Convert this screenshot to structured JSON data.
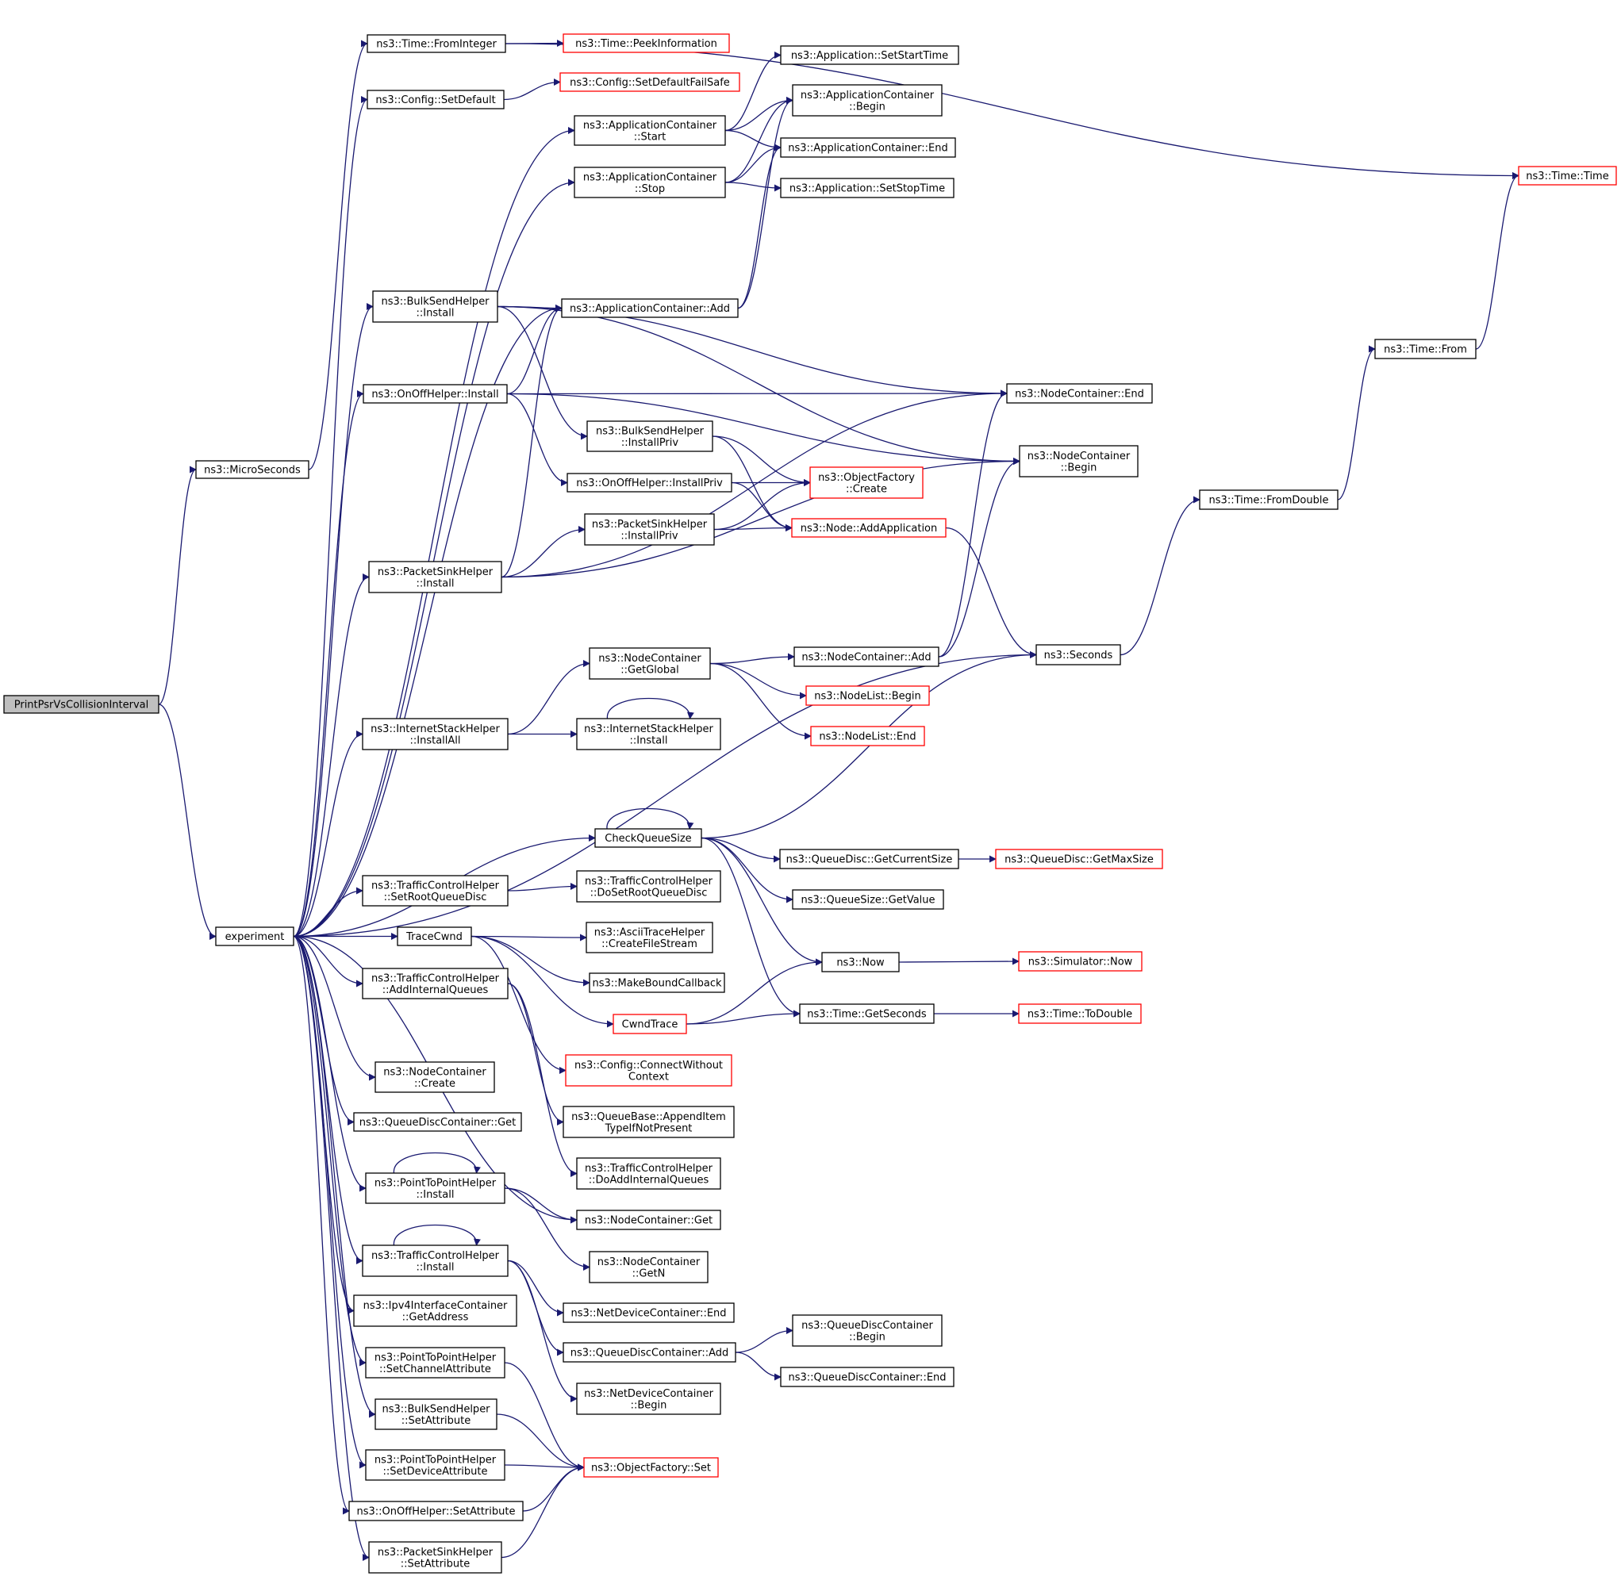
{
  "colors": {
    "edge": "#191970",
    "node_border": "#000000",
    "external_border": "#ff0000",
    "root_fill": "#bfbfbf"
  },
  "nodes": [
    {
      "id": "root",
      "lines": [
        "PrintPsrVsCollisionInterval"
      ],
      "kind": "root"
    },
    {
      "id": "microseconds",
      "lines": [
        "ns3::MicroSeconds"
      ]
    },
    {
      "id": "experiment",
      "lines": [
        "experiment"
      ]
    },
    {
      "id": "fromint",
      "lines": [
        "ns3::Time::FromInteger"
      ]
    },
    {
      "id": "peekinfo",
      "lines": [
        "ns3::Time::PeekInformation"
      ],
      "kind": "ext"
    },
    {
      "id": "timetime",
      "lines": [
        "ns3::Time::Time"
      ],
      "kind": "ext"
    },
    {
      "id": "setdefault",
      "lines": [
        "ns3::Config::SetDefault"
      ]
    },
    {
      "id": "setdefaultfs",
      "lines": [
        "ns3::Config::SetDefaultFailSafe"
      ],
      "kind": "ext"
    },
    {
      "id": "appstart",
      "lines": [
        "ns3::ApplicationContainer",
        "::Start"
      ]
    },
    {
      "id": "appstop",
      "lines": [
        "ns3::ApplicationContainer",
        "::Stop"
      ]
    },
    {
      "id": "setstarttime",
      "lines": [
        "ns3::Application::SetStartTime"
      ]
    },
    {
      "id": "appbegin",
      "lines": [
        "ns3::ApplicationContainer",
        "::Begin"
      ]
    },
    {
      "id": "append",
      "lines": [
        "ns3::ApplicationContainer::End"
      ]
    },
    {
      "id": "setstoptime",
      "lines": [
        "ns3::Application::SetStopTime"
      ]
    },
    {
      "id": "bulkinstall",
      "lines": [
        "ns3::BulkSendHelper",
        "::Install"
      ]
    },
    {
      "id": "appadd",
      "lines": [
        "ns3::ApplicationContainer::Add"
      ]
    },
    {
      "id": "onoffinstall",
      "lines": [
        "ns3::OnOffHelper::Install"
      ]
    },
    {
      "id": "ncend",
      "lines": [
        "ns3::NodeContainer::End"
      ]
    },
    {
      "id": "bulkpriv",
      "lines": [
        "ns3::BulkSendHelper",
        "::InstallPriv"
      ]
    },
    {
      "id": "ncbegin",
      "lines": [
        "ns3::NodeContainer",
        "::Begin"
      ]
    },
    {
      "id": "onoffpriv",
      "lines": [
        "ns3::OnOffHelper::InstallPriv"
      ]
    },
    {
      "id": "ofcreate",
      "lines": [
        "ns3::ObjectFactory",
        "::Create"
      ],
      "kind": "ext"
    },
    {
      "id": "sinkpriv",
      "lines": [
        "ns3::PacketSinkHelper",
        "::InstallPriv"
      ]
    },
    {
      "id": "addapp",
      "lines": [
        "ns3::Node::AddApplication"
      ],
      "kind": "ext"
    },
    {
      "id": "sinkinstall",
      "lines": [
        "ns3::PacketSinkHelper",
        "::Install"
      ]
    },
    {
      "id": "timefrom",
      "lines": [
        "ns3::Time::From"
      ]
    },
    {
      "id": "fromdouble",
      "lines": [
        "ns3::Time::FromDouble"
      ]
    },
    {
      "id": "ncglobal",
      "lines": [
        "ns3::NodeContainer",
        "::GetGlobal"
      ]
    },
    {
      "id": "ncadd",
      "lines": [
        "ns3::NodeContainer::Add"
      ]
    },
    {
      "id": "seconds",
      "lines": [
        "ns3::Seconds"
      ]
    },
    {
      "id": "nlbegin",
      "lines": [
        "ns3::NodeList::Begin"
      ],
      "kind": "ext"
    },
    {
      "id": "nlend",
      "lines": [
        "ns3::NodeList::End"
      ],
      "kind": "ext"
    },
    {
      "id": "inetall",
      "lines": [
        "ns3::InternetStackHelper",
        "::InstallAll"
      ]
    },
    {
      "id": "inetinstall",
      "lines": [
        "ns3::InternetStackHelper",
        "::Install"
      ]
    },
    {
      "id": "checkq",
      "lines": [
        "CheckQueueSize"
      ]
    },
    {
      "id": "qdcursize",
      "lines": [
        "ns3::QueueDisc::GetCurrentSize"
      ]
    },
    {
      "id": "qdmaxsize",
      "lines": [
        "ns3::QueueDisc::GetMaxSize"
      ],
      "kind": "ext"
    },
    {
      "id": "tchsetroot",
      "lines": [
        "ns3::TrafficControlHelper",
        "::SetRootQueueDisc"
      ]
    },
    {
      "id": "tchdosetroot",
      "lines": [
        "ns3::TrafficControlHelper",
        "::DoSetRootQueueDisc"
      ]
    },
    {
      "id": "qsgetvalue",
      "lines": [
        "ns3::QueueSize::GetValue"
      ]
    },
    {
      "id": "tracecwnd",
      "lines": [
        "TraceCwnd"
      ]
    },
    {
      "id": "asciicfs",
      "lines": [
        "ns3::AsciiTraceHelper",
        "::CreateFileStream"
      ]
    },
    {
      "id": "now",
      "lines": [
        "ns3::Now"
      ]
    },
    {
      "id": "simnow",
      "lines": [
        "ns3::Simulator::Now"
      ],
      "kind": "ext"
    },
    {
      "id": "tchaddint",
      "lines": [
        "ns3::TrafficControlHelper",
        "::AddInternalQueues"
      ]
    },
    {
      "id": "makebound",
      "lines": [
        "ns3::MakeBoundCallback"
      ]
    },
    {
      "id": "cwndtrace",
      "lines": [
        "CwndTrace"
      ],
      "kind": "ext"
    },
    {
      "id": "getseconds",
      "lines": [
        "ns3::Time::GetSeconds"
      ]
    },
    {
      "id": "todouble",
      "lines": [
        "ns3::Time::ToDouble"
      ],
      "kind": "ext"
    },
    {
      "id": "connectwc",
      "lines": [
        "ns3::Config::ConnectWithout",
        "Context"
      ],
      "kind": "ext"
    },
    {
      "id": "nccreate",
      "lines": [
        "ns3::NodeContainer",
        "::Create"
      ]
    },
    {
      "id": "qdcget",
      "lines": [
        "ns3::QueueDiscContainer::Get"
      ]
    },
    {
      "id": "appenditem",
      "lines": [
        "ns3::QueueBase::AppendItem",
        "TypeIfNotPresent"
      ]
    },
    {
      "id": "tchdoaddint",
      "lines": [
        "ns3::TrafficControlHelper",
        "::DoAddInternalQueues"
      ]
    },
    {
      "id": "p2pinstall",
      "lines": [
        "ns3::PointToPointHelper",
        "::Install"
      ]
    },
    {
      "id": "ncget",
      "lines": [
        "ns3::NodeContainer::Get"
      ]
    },
    {
      "id": "ncgetn",
      "lines": [
        "ns3::NodeContainer",
        "::GetN"
      ]
    },
    {
      "id": "tchinstall",
      "lines": [
        "ns3::TrafficControlHelper",
        "::Install"
      ]
    },
    {
      "id": "ndcend",
      "lines": [
        "ns3::NetDeviceContainer::End"
      ]
    },
    {
      "id": "ipv4getaddr",
      "lines": [
        "ns3::Ipv4InterfaceContainer",
        "::GetAddress"
      ]
    },
    {
      "id": "qdcadd",
      "lines": [
        "ns3::QueueDiscContainer::Add"
      ]
    },
    {
      "id": "qdcbegin",
      "lines": [
        "ns3::QueueDiscContainer",
        "::Begin"
      ]
    },
    {
      "id": "qdcend",
      "lines": [
        "ns3::QueueDiscContainer::End"
      ]
    },
    {
      "id": "p2psetchan",
      "lines": [
        "ns3::PointToPointHelper",
        "::SetChannelAttribute"
      ]
    },
    {
      "id": "ndcbegin",
      "lines": [
        "ns3::NetDeviceContainer",
        "::Begin"
      ]
    },
    {
      "id": "bulksetattr",
      "lines": [
        "ns3::BulkSendHelper",
        "::SetAttribute"
      ]
    },
    {
      "id": "p2psetdev",
      "lines": [
        "ns3::PointToPointHelper",
        "::SetDeviceAttribute"
      ]
    },
    {
      "id": "ofset",
      "lines": [
        "ns3::ObjectFactory::Set"
      ],
      "kind": "ext"
    },
    {
      "id": "onoffsetattr",
      "lines": [
        "ns3::OnOffHelper::SetAttribute"
      ]
    },
    {
      "id": "sinksetattr",
      "lines": [
        "ns3::PacketSinkHelper",
        "::SetAttribute"
      ]
    }
  ]
}
